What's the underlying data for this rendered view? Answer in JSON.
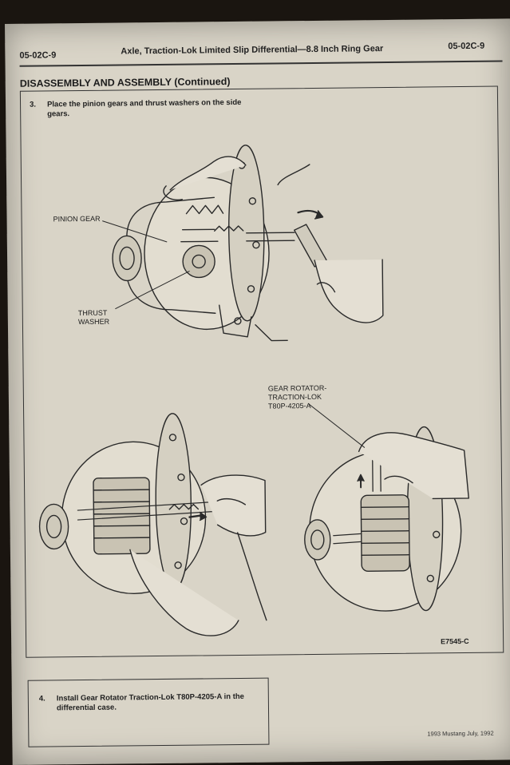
{
  "header": {
    "code_left": "05-02C-9",
    "title": "Axle, Traction-Lok Limited Slip Differential—8.8 Inch Ring Gear",
    "code_right": "05-02C-9"
  },
  "section_title": "DISASSEMBLY AND ASSEMBLY (Continued)",
  "steps": [
    {
      "number": "3.",
      "text": "Place the pinion gears and thrust washers on the side gears."
    },
    {
      "number": "4.",
      "text": "Install Gear Rotator Traction-Lok T80P-4205-A in the differential case."
    }
  ],
  "callouts": {
    "pinion_gear": "PINION GEAR",
    "thrust_washer_line1": "THRUST",
    "thrust_washer_line2": "WASHER",
    "tool_line1": "GEAR ROTATOR-",
    "tool_line2": "TRACTION-LOK",
    "tool_line3": "T80P-4205-A"
  },
  "figure_code": "E7545-C",
  "footer": "1993 Mustang July, 1992"
}
